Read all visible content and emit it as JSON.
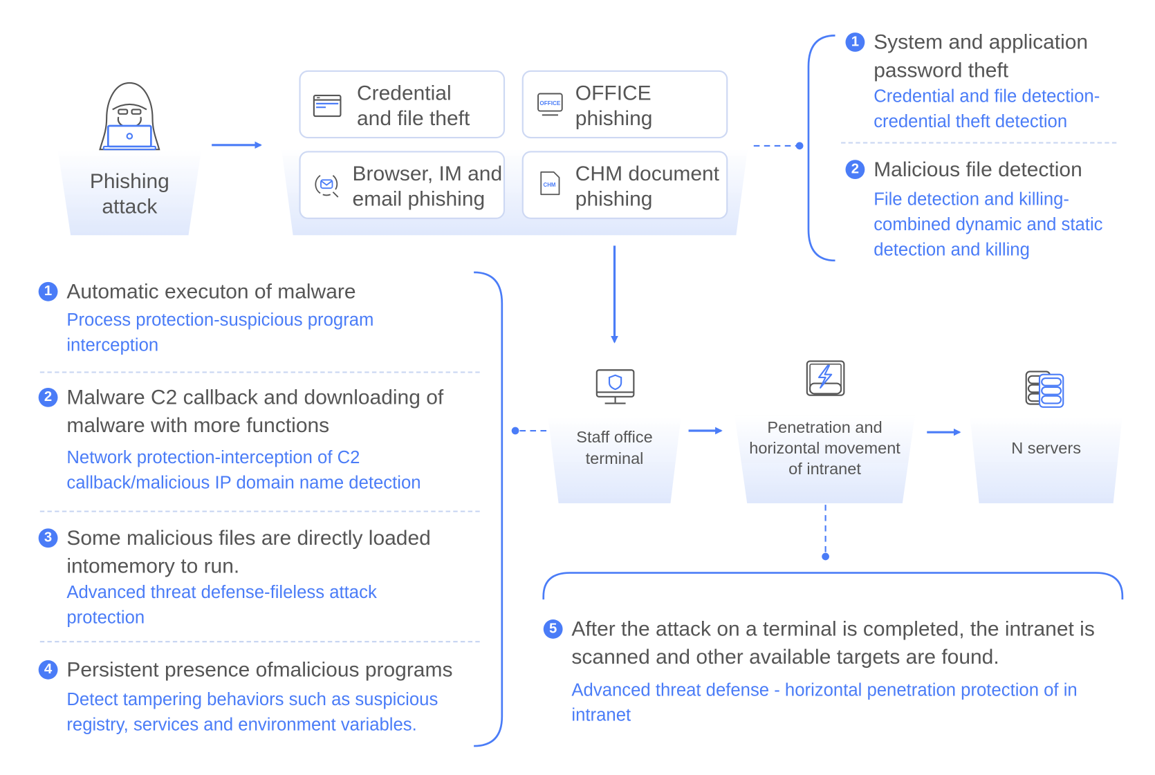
{
  "colors": {
    "accent": "#4a7cf7",
    "text": "#555555",
    "card_border": "#cdd8f3",
    "divider": "#c9d6f2",
    "panel_gradient": "#dfe8fc"
  },
  "nodes": {
    "phishing_attack": {
      "label_line1": "Phishing",
      "label_line2": "attack",
      "icon": "hacker-icon"
    },
    "staff_terminal": {
      "label_line1": "Staff office",
      "label_line2": "terminal",
      "icon": "monitor-shield-icon"
    },
    "penetration": {
      "label_line1": "Penetration and",
      "label_line2": "horizontal movement",
      "label_line3": "of intranet",
      "icon": "lightning-device-icon"
    },
    "servers": {
      "label": "N servers",
      "icon": "server-stack-icon"
    }
  },
  "attack_methods": [
    {
      "line1": "Credential",
      "line2": "and file theft",
      "icon": "browser-window-icon"
    },
    {
      "line1": "OFFICE",
      "line2": "phishing",
      "icon": "office-monitor-icon",
      "icon_text": "OFFICE"
    },
    {
      "line1": "Browser, IM and",
      "line2": "email phishing",
      "icon": "email-search-icon"
    },
    {
      "line1": "CHM document",
      "line2": "phishing",
      "icon": "chm-file-icon",
      "icon_text": "CHM"
    }
  ],
  "right_panel": {
    "items": [
      {
        "number": "1",
        "title_line1": "System and application",
        "title_line2": "password theft",
        "desc_line1": "Credential and file detection-",
        "desc_line2": "credential theft detection"
      },
      {
        "number": "2",
        "title_line1": "Malicious file detection",
        "desc_line1": "File detection and killing-",
        "desc_line2": "combined dynamic and static",
        "desc_line3": "detection and killing"
      }
    ]
  },
  "left_panel": {
    "items": [
      {
        "number": "1",
        "title_line1": "Automatic executon of malware",
        "desc_line1": "Process protection-suspicious program",
        "desc_line2": "interception"
      },
      {
        "number": "2",
        "title_line1": "Malware C2 callback and downloading of",
        "title_line2": "malware with more functions",
        "desc_line1": "Network protection-interception of C2",
        "desc_line2": "callback/malicious IP domain name detection"
      },
      {
        "number": "3",
        "title_line1": "Some malicious files are directly loaded",
        "title_line2": "intomemory to run.",
        "desc_line1": "Advanced threat defense-fileless attack",
        "desc_line2": "protection"
      },
      {
        "number": "4",
        "title_line1": "Persistent presence ofmalicious programs",
        "desc_line1": "Detect tampering behaviors such as suspicious",
        "desc_line2": "registry, services and environment variables."
      }
    ]
  },
  "bottom_panel": {
    "number": "5",
    "title_line1": "After the attack on a terminal is completed, the intranet is",
    "title_line2": "scanned and other available targets are found.",
    "desc_line1": "Advanced threat defense - horizontal penetration protection of in",
    "desc_line2": "intranet"
  }
}
